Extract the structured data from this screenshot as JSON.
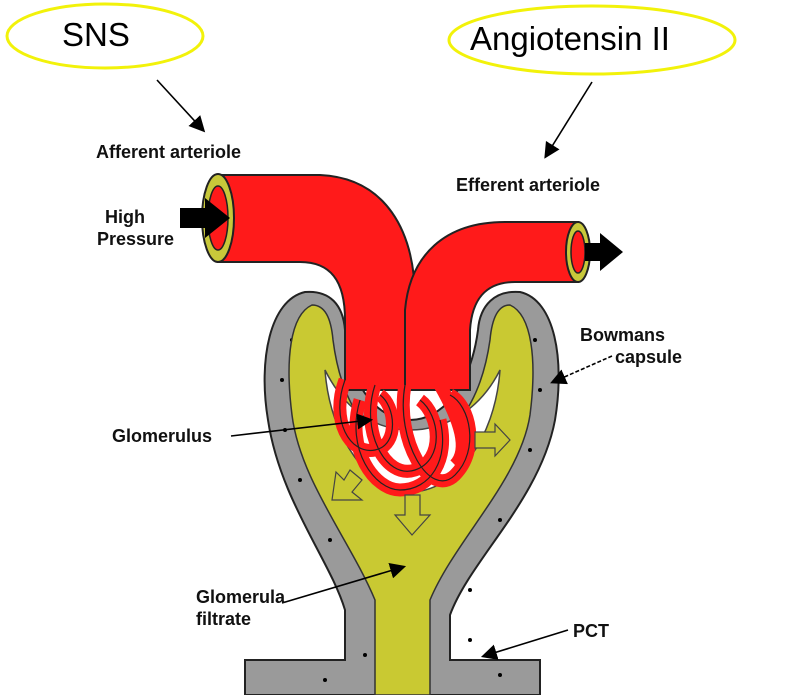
{
  "callouts": {
    "sns": "SNS",
    "angiotensin": "Angiotensin II"
  },
  "labels": {
    "afferent": "Afferent arteriole",
    "efferent": "Efferent arteriole",
    "high_pressure": [
      "High",
      "Pressure"
    ],
    "bowmans": [
      "Bowmans",
      "capsule"
    ],
    "glomerulus": "Glomerulus",
    "filtrate": [
      "Glomerula",
      "filtrate"
    ],
    "pct": "PCT"
  },
  "colors": {
    "callout_outline": "#f2f20a",
    "vessel_red": "#ff1a1a",
    "vessel_wall": "#c8c83a",
    "capsule_gray": "#9a9a9a",
    "filtrate_yellow": "#c9c932",
    "arrow_black": "#000000"
  }
}
